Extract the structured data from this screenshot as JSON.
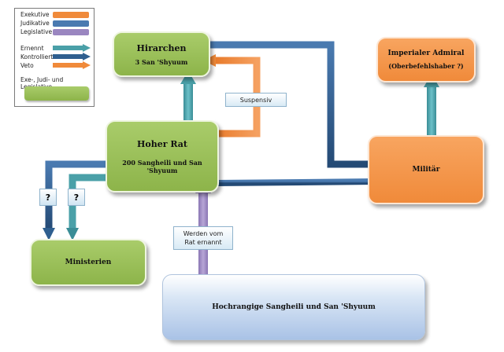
{
  "legend": {
    "exekutive": "Exekutive",
    "judikative": "Judikative",
    "legislative": "Legislative",
    "ernennt": "Ernennt",
    "kontrolliert": "Kontrolliert",
    "veto": "Veto",
    "combined": "Exe-, Judi- und Legislative"
  },
  "nodes": {
    "hirarchen": {
      "title": "Hirarchen",
      "subtitle": "3 San 'Shyuum"
    },
    "hoher_rat": {
      "title": "Hoher Rat",
      "subtitle": "200 Sangheili  und San 'Shyuum"
    },
    "admiral": {
      "title": "Imperialer Admiral",
      "subtitle": "(Oberbefehlshaber ?)"
    },
    "militaer": {
      "title": "Militär"
    },
    "ministerien": {
      "title": "Ministerien"
    },
    "hochrangige": {
      "title": "Hochrangige Sangheili  und San 'Shyuum"
    }
  },
  "labels": {
    "suspensiv": "Suspensiv",
    "werden": "Werden vom Rat ernannt",
    "q1": "?",
    "q2": "?"
  },
  "colors": {
    "green": "#8db44a",
    "orange": "#f08a3a",
    "teal": "#4aa0a8",
    "navy": "#2f5f8f",
    "purple": "#9a86c0"
  }
}
